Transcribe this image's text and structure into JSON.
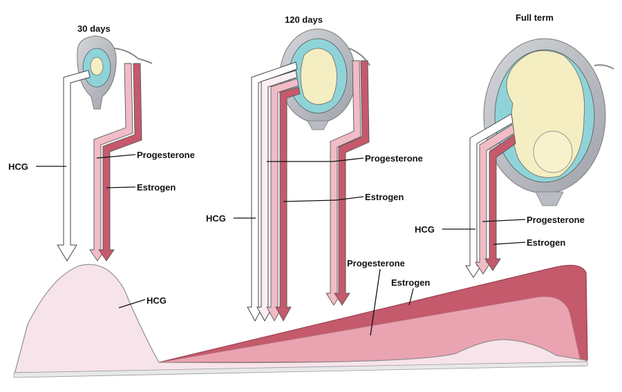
{
  "stages": {
    "s30": "30 days",
    "s120": "120 days",
    "full": "Full term"
  },
  "labels": {
    "hcg": "HCG",
    "progesterone": "Progesterone",
    "estrogen": "Estrogen"
  },
  "colors": {
    "hcg_fill": "#f7e4ea",
    "progesterone_fill": "#eaa3b1",
    "estrogen_fill": "#c45a6c",
    "fluid": "#8fd3d8",
    "fetus": "#f4eec2",
    "uterus_wall": "#b9bcc2"
  }
}
